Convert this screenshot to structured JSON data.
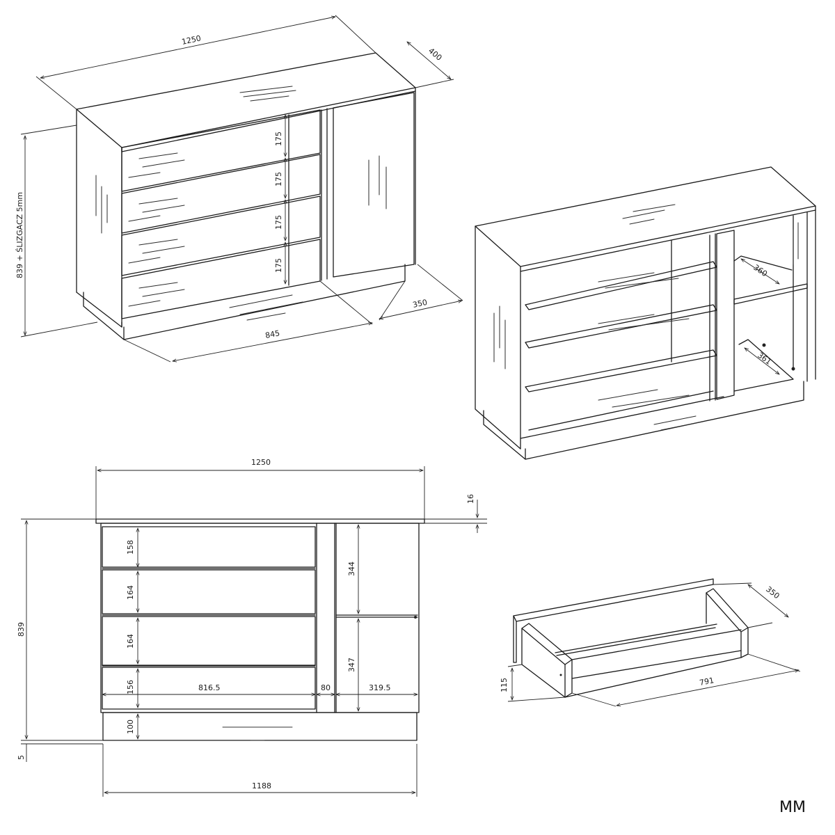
{
  "closed_view": {
    "width": "1250",
    "depth": "400",
    "height": "839 + ŚLIZGACZ 5mm",
    "drawer_fronts": [
      "175",
      "175",
      "175",
      "175"
    ],
    "plinth_width": "845",
    "door_depth": "350"
  },
  "open_view": {
    "shelf_depth_upper": "360",
    "shelf_depth_lower": "361"
  },
  "front_view": {
    "width": "1250",
    "top_thickness": "16",
    "height": "839",
    "leveler": "5",
    "drawer_heights": [
      "158",
      "164",
      "164",
      "156"
    ],
    "plinth_height": "100",
    "drawer_section_width": "816.5",
    "divider_width": "80",
    "door_section_width": "319.5",
    "compartment_heights": [
      "344",
      "347"
    ],
    "base_width": "1188"
  },
  "drawer_view": {
    "depth": "350",
    "length": "791",
    "height": "115"
  },
  "brand_mark": "MM"
}
